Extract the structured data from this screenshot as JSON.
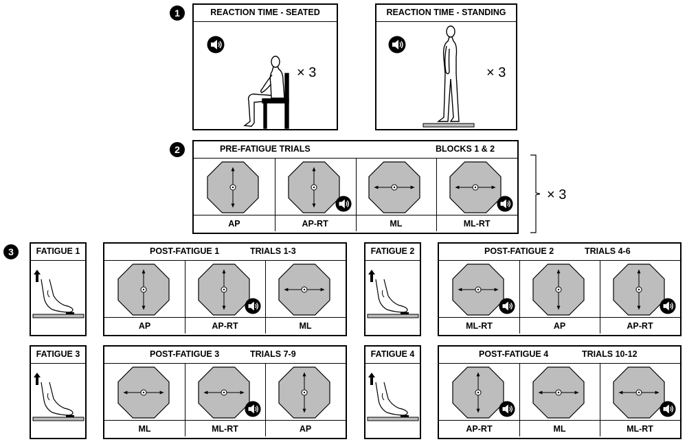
{
  "reaction_time": {
    "step": "1",
    "seated": {
      "title": "REACTION TIME - SEATED",
      "reps": "× 3"
    },
    "standing": {
      "title": "REACTION TIME - STANDING",
      "reps": "× 3"
    }
  },
  "pre_fatigue": {
    "step": "2",
    "title": "PRE-FATIGUE TRIALS",
    "blocks": "BLOCKS 1 & 2",
    "reps": "× 3",
    "conditions": [
      {
        "label": "AP",
        "direction": "ap",
        "audio": false
      },
      {
        "label": "AP-RT",
        "direction": "ap",
        "audio": true
      },
      {
        "label": "ML",
        "direction": "ml",
        "audio": false
      },
      {
        "label": "ML-RT",
        "direction": "ml",
        "audio": true
      }
    ]
  },
  "fatigue": {
    "step": "3",
    "sessions": [
      {
        "fatigue_title": "FATIGUE 1",
        "post_title": "POST-FATIGUE 1",
        "trials": "TRIALS 1-3",
        "conditions": [
          {
            "label": "AP",
            "direction": "ap",
            "audio": false
          },
          {
            "label": "AP-RT",
            "direction": "ap",
            "audio": true
          },
          {
            "label": "ML",
            "direction": "ml",
            "audio": false
          }
        ]
      },
      {
        "fatigue_title": "FATIGUE 2",
        "post_title": "POST-FATIGUE 2",
        "trials": "TRIALS 4-6",
        "conditions": [
          {
            "label": "ML-RT",
            "direction": "ml",
            "audio": true
          },
          {
            "label": "AP",
            "direction": "ap",
            "audio": false
          },
          {
            "label": "AP-RT",
            "direction": "ap",
            "audio": true
          }
        ]
      },
      {
        "fatigue_title": "FATIGUE 3",
        "post_title": "POST-FATIGUE 3",
        "trials": "TRIALS 7-9",
        "conditions": [
          {
            "label": "ML",
            "direction": "ml",
            "audio": false
          },
          {
            "label": "ML-RT",
            "direction": "ml",
            "audio": true
          },
          {
            "label": "AP",
            "direction": "ap",
            "audio": false
          }
        ]
      },
      {
        "fatigue_title": "FATIGUE 4",
        "post_title": "POST-FATIGUE 4",
        "trials": "TRIALS 10-12",
        "conditions": [
          {
            "label": "AP-RT",
            "direction": "ap",
            "audio": true
          },
          {
            "label": "ML",
            "direction": "ml",
            "audio": false
          },
          {
            "label": "ML-RT",
            "direction": "ml",
            "audio": true
          }
        ]
      }
    ]
  },
  "colors": {
    "platform": "#bdbdbd",
    "outline": "#000000"
  },
  "icons": [
    "speaker-icon",
    "seated-person-icon",
    "standing-person-icon",
    "foot-raise-icon",
    "octagon-target-icon"
  ]
}
